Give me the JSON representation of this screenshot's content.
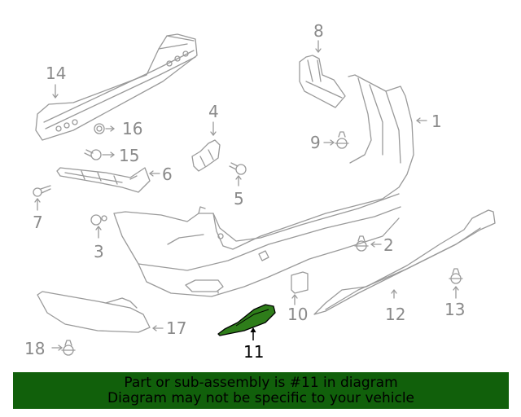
{
  "diagram": {
    "highlighted_part": "11",
    "highlight_color": "#2e7d1a",
    "line_color": "#9a9a9a",
    "callouts": [
      {
        "id": "1",
        "label": "1"
      },
      {
        "id": "2",
        "label": "2"
      },
      {
        "id": "3",
        "label": "3"
      },
      {
        "id": "4",
        "label": "4"
      },
      {
        "id": "5",
        "label": "5"
      },
      {
        "id": "6",
        "label": "6"
      },
      {
        "id": "7",
        "label": "7"
      },
      {
        "id": "8",
        "label": "8"
      },
      {
        "id": "9",
        "label": "9"
      },
      {
        "id": "10",
        "label": "10"
      },
      {
        "id": "11",
        "label": "11"
      },
      {
        "id": "12",
        "label": "12"
      },
      {
        "id": "13",
        "label": "13"
      },
      {
        "id": "14",
        "label": "14"
      },
      {
        "id": "15",
        "label": "15"
      },
      {
        "id": "16",
        "label": "16"
      },
      {
        "id": "17",
        "label": "17"
      },
      {
        "id": "18",
        "label": "18"
      }
    ]
  },
  "banner": {
    "line1": "Part or sub-assembly is #11 in diagram",
    "line2": "Diagram may not be specific to your vehicle",
    "background": "#11600b"
  }
}
